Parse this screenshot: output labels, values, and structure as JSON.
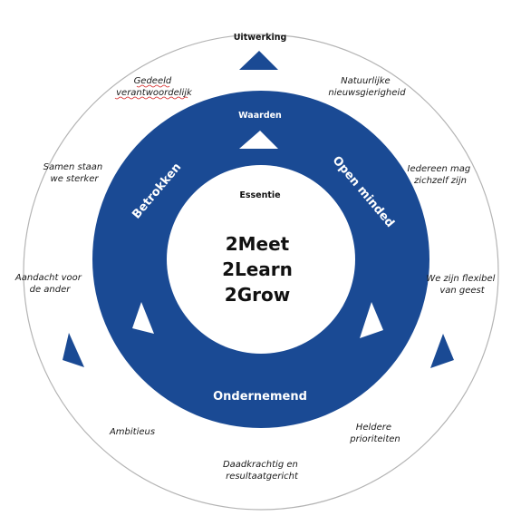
{
  "colors": {
    "ring": "#1a4a94",
    "outer_stroke": "#b4b4b4",
    "text": "#1a1a1a",
    "spell_underline": "#d42020"
  },
  "titles": {
    "outer": "Uitwerking",
    "ring": "Waarden",
    "core": "Essentie"
  },
  "core": {
    "line1": "2Meet",
    "line2": "2Learn",
    "line3": "2Grow"
  },
  "ring_labels": {
    "left": "Betrokken",
    "right": "Open minded",
    "bottom": "Ondernemend"
  },
  "outer_labels": {
    "gedeeld": [
      "Gedeeld",
      "verantwoordelijk"
    ],
    "natuurlijke": [
      "Natuurlijke",
      "nieuwsgierigheid"
    ],
    "samen": [
      "Samen staan",
      "we sterker"
    ],
    "iedereen": [
      "Iedereen mag",
      "zichzelf zijn"
    ],
    "aandacht": [
      "Aandacht voor",
      "de ander"
    ],
    "flexibel": [
      "We zijn flexibel",
      "van geest"
    ],
    "ambitieus": [
      "Ambitieus"
    ],
    "heldere": [
      "Heldere",
      "prioriteiten"
    ],
    "daadkrachtig": [
      "Daadkrachtig en",
      "resultaatgericht"
    ]
  }
}
